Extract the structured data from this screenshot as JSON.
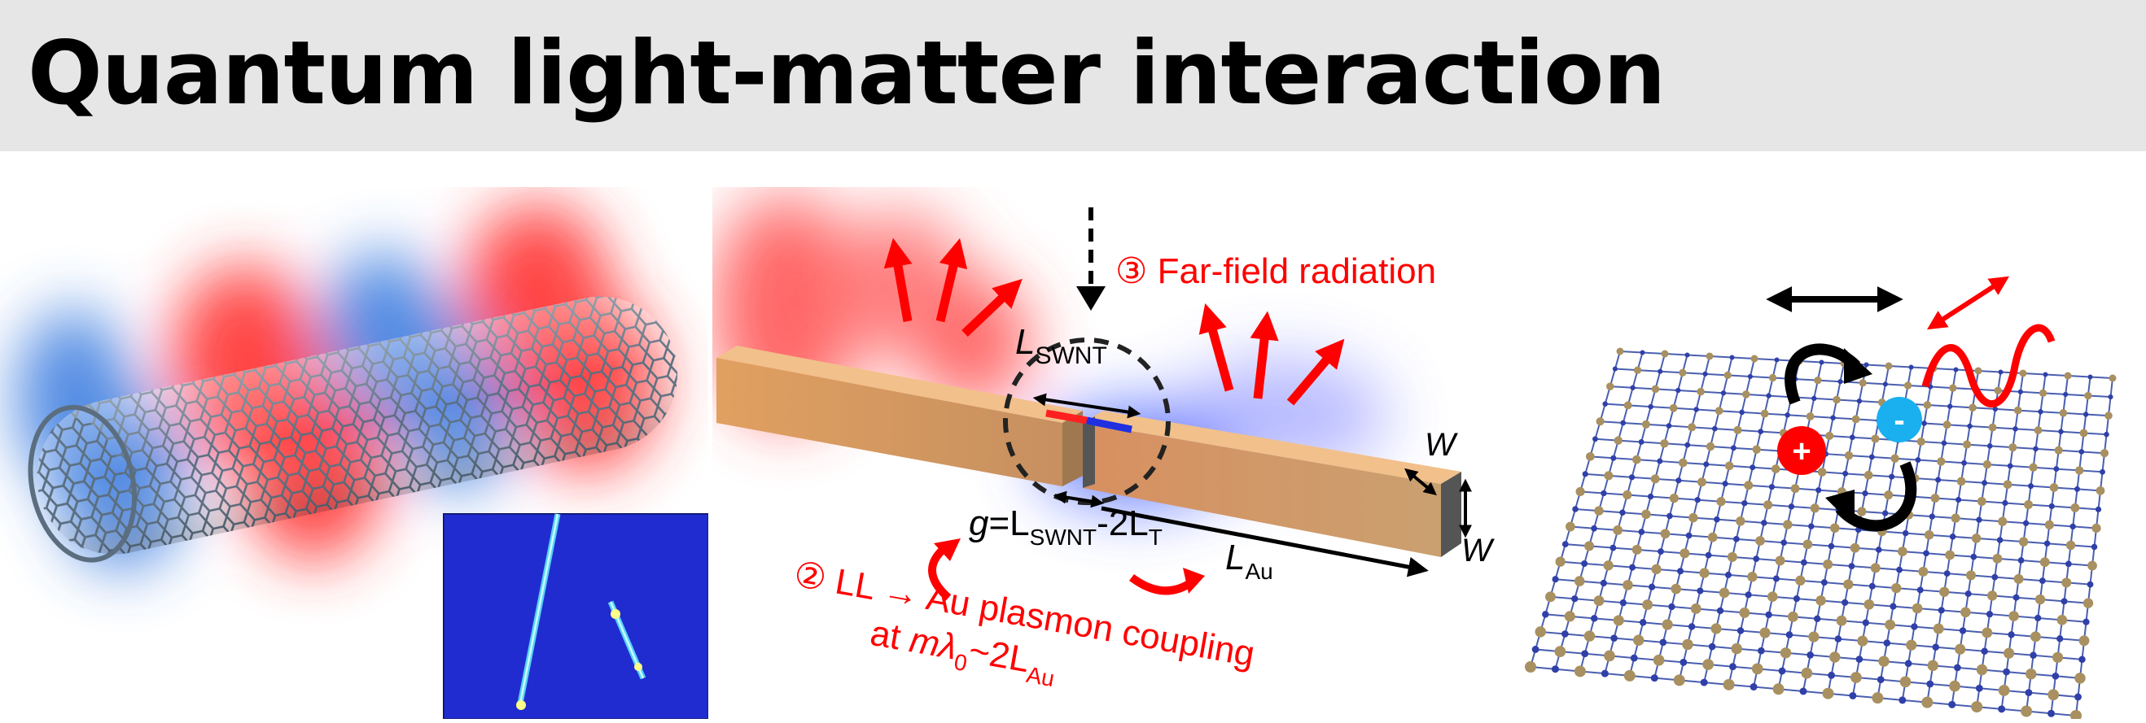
{
  "title": "Quantum light-matter interaction",
  "middle": {
    "far_field": "③ Far-field radiation",
    "l_swnt_main": "L",
    "l_swnt_sub": "SWNT",
    "gap_main_g": "g",
    "gap_main_eq": "=L",
    "gap_sub1": "SWNT",
    "gap_main2": "-2L",
    "gap_sub2": "T",
    "l_au_main": "L",
    "l_au_sub": "Au",
    "w_top": "W",
    "w_bottom": "W",
    "coupling_line1": "② LL → Au plasmon coupling",
    "coupling_line2_a": "at ",
    "coupling_line2_m": "mλ",
    "coupling_line2_sub0": "0",
    "coupling_line2_b": "~2L",
    "coupling_line2_subau": "Au"
  },
  "right": {
    "plus_sign": "+",
    "minus_sign": "-"
  },
  "colors": {
    "accent_red": "#ff0000",
    "title_bg": "#e6e6e6",
    "inset_bg": "#1b22c8",
    "gold": "#d9a065"
  }
}
